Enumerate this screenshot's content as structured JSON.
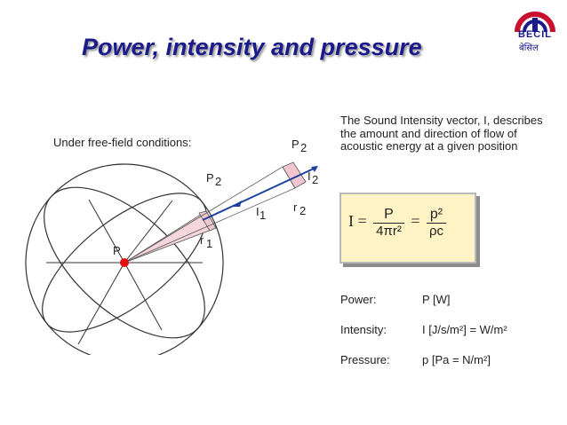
{
  "slide": {
    "title": "Power, intensity and pressure",
    "logo": {
      "name": "BECIL",
      "hindi": "बेसिल"
    },
    "diagram": {
      "caption": "Under free-field conditions:",
      "labels": {
        "P": "P",
        "P1": "P",
        "P1_sub": "2",
        "P2": "P",
        "P2_sub": "2",
        "r1": "r",
        "r1_sub": "1",
        "r2": "r",
        "r2_sub": "2",
        "I1": "I",
        "I1_sub": "1",
        "I2": "I",
        "I2_sub": "2"
      }
    },
    "description": "The Sound Intensity vector, I, describes the amount and direction of flow of acoustic energy at a given position",
    "formula": {
      "lhs": "I =",
      "frac1_num": "P",
      "frac1_den": "4πr²",
      "eq2": "=",
      "frac2_num": "p²",
      "frac2_den": "ρc"
    },
    "quantities": [
      {
        "label": "Power:",
        "value": "P  [W]"
      },
      {
        "label": "Intensity:",
        "value": "I [J/s/m²] = W/m²"
      },
      {
        "label": "Pressure:",
        "value": "p [Pa = N/m²]"
      }
    ],
    "colors": {
      "title": "#1a1a8a",
      "formula_bg": "#fdf3c4",
      "source_point": "#e01010",
      "vector": "#1d3fa0"
    }
  }
}
